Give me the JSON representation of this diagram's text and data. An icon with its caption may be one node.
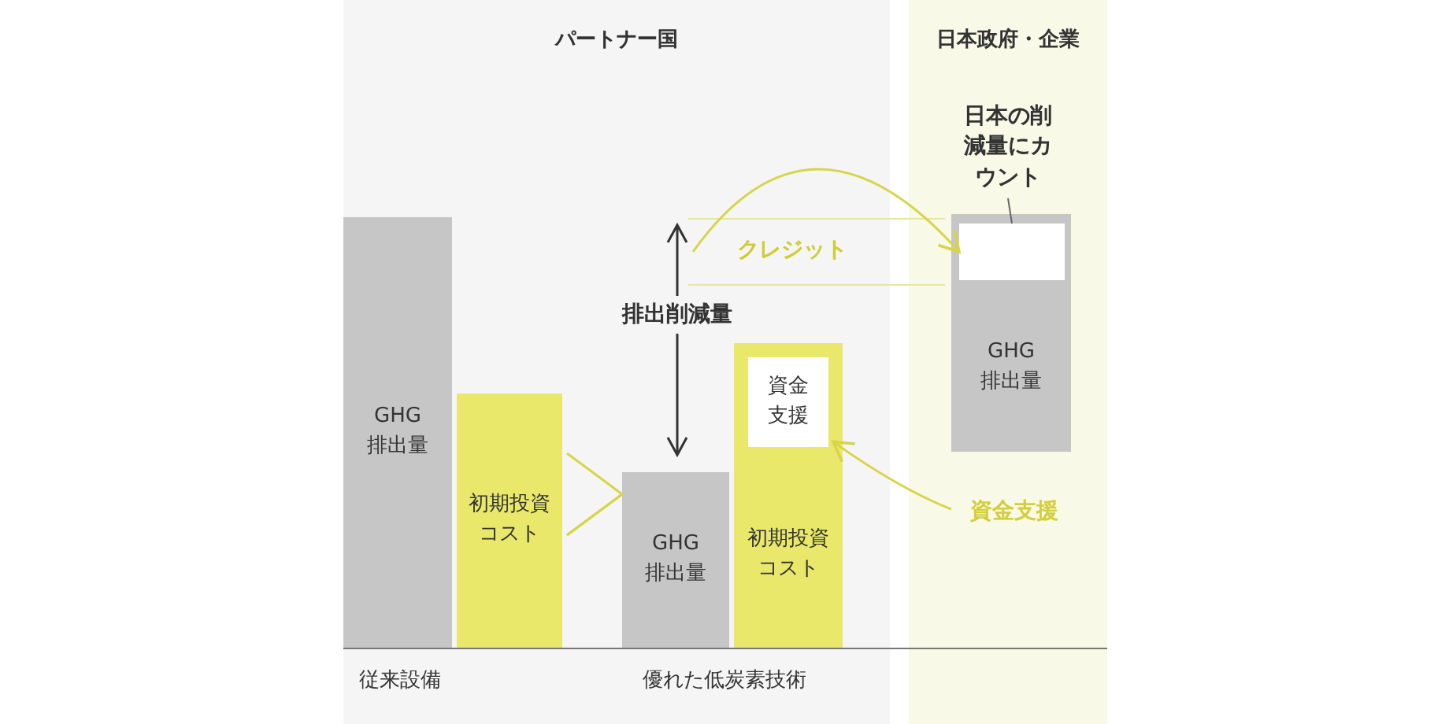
{
  "diagram": {
    "nodes": [
      {
        "text": [
          "パートナー国"
        ]
      },
      {
        "text": [
          "日本政府・企業"
        ]
      },
      {
        "text": [
          "GHG排出量"
        ],
        "in": 0
      },
      {
        "text": [
          "初期投資コスト"
        ],
        "in": 0
      },
      {
        "text": [
          "GHG排出量"
        ],
        "in": 0
      },
      {
        "text": [
          "初期投資コスト"
        ],
        "in": 0
      },
      {
        "text": [
          "資金支援"
        ],
        "in": 5
      },
      {
        "text": [
          "GHG排出量"
        ],
        "in": 1
      },
      {
        "text": [],
        "shape": "box",
        "in": 7
      },
      {
        "text": [
          "日本の削減量にカウント"
        ],
        "in": 1
      },
      {
        "text": [
          "資金支援"
        ],
        "in": 1
      }
    ],
    "edges": [
      {
        "from": null,
        "to": 8,
        "arrow": "to",
        "label": "クレジット"
      },
      {
        "from": 10,
        "to": 6,
        "arrow": "to"
      },
      {
        "from": 9,
        "to": 8,
        "arrow": "none",
        "color": "#666666"
      },
      {
        "from": 3,
        "to": 4,
        "arrow": "to"
      }
    ],
    "labels": [
      "排出削減量",
      "従来設備",
      "優れた低炭素技術"
    ]
  }
}
